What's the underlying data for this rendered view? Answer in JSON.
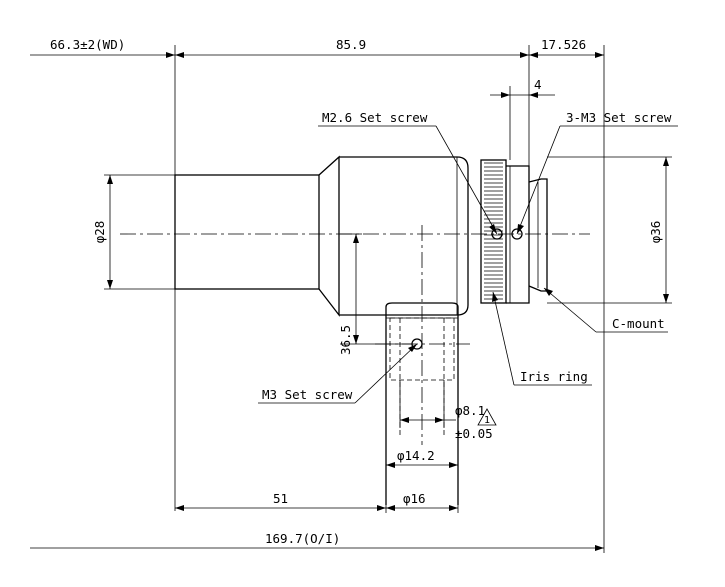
{
  "dimensions": {
    "working_distance": "66.3±2(WD)",
    "lens_length": "85.9",
    "mount_offset": "17.526",
    "screw_offset": "4",
    "front_diameter": "φ28",
    "body_diameter": "φ36",
    "port_height": "36.5",
    "inner_port": "φ8.1",
    "inner_port_tol": "±0.05",
    "port_bore": "φ14.2",
    "port_od": "φ16",
    "port_position": "51",
    "overall": "169.7(O/I)"
  },
  "callouts": {
    "m26_screw": "M2.6 Set screw",
    "m3x3_screw": "3-M3 Set screw",
    "c_mount": "C-mount",
    "iris_ring": "Iris ring",
    "m3_screw": "M3 Set screw"
  },
  "revision_mark": "1"
}
